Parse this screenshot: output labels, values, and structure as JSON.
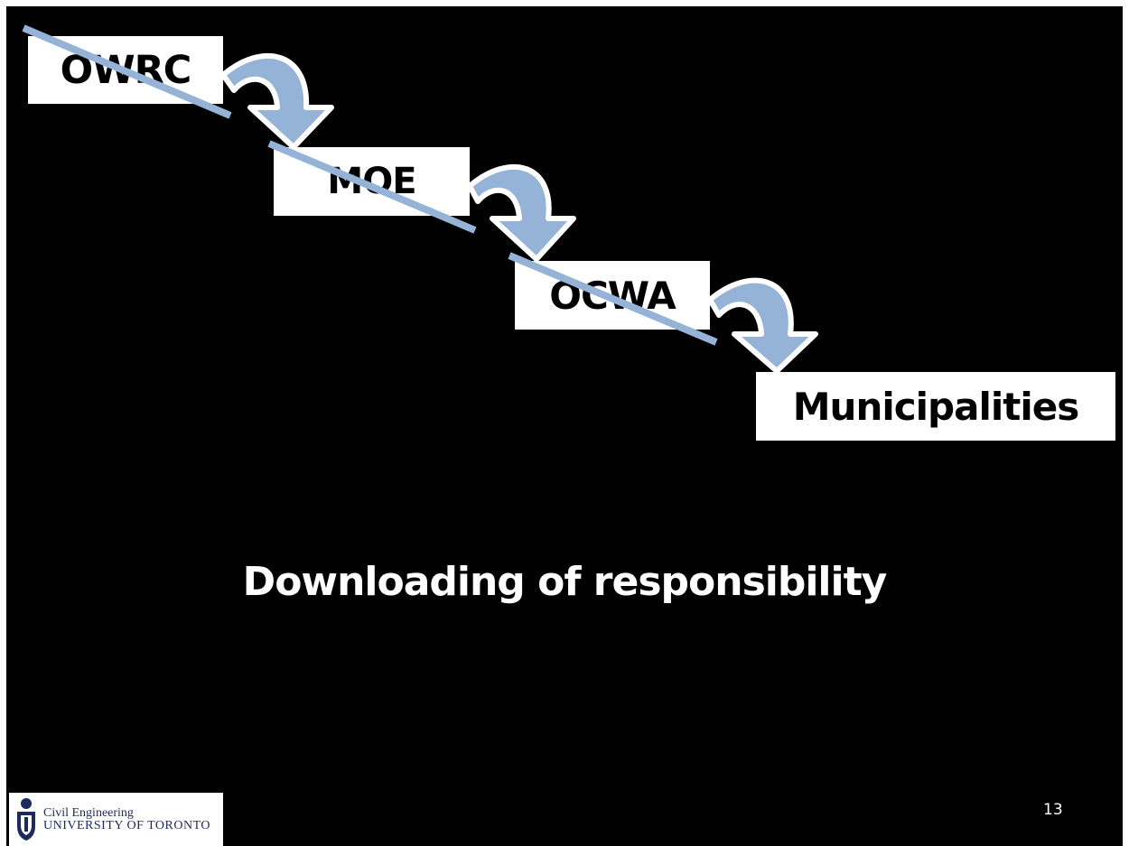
{
  "diagram": {
    "boxes": {
      "owrc": "OWRC",
      "moe": "MOE",
      "ocwa": "OCWA",
      "municipalities": "Municipalities"
    },
    "caption": "Downloading of responsibility"
  },
  "footer": {
    "page_number": "13",
    "logo": {
      "line1": "Civil Engineering",
      "line2": "UNIVERSITY OF TORONTO"
    }
  },
  "colors": {
    "background": "#000000",
    "box": "#ffffff",
    "arrow_fill": "#95b3d7",
    "strike_line": "#95b3d7"
  }
}
